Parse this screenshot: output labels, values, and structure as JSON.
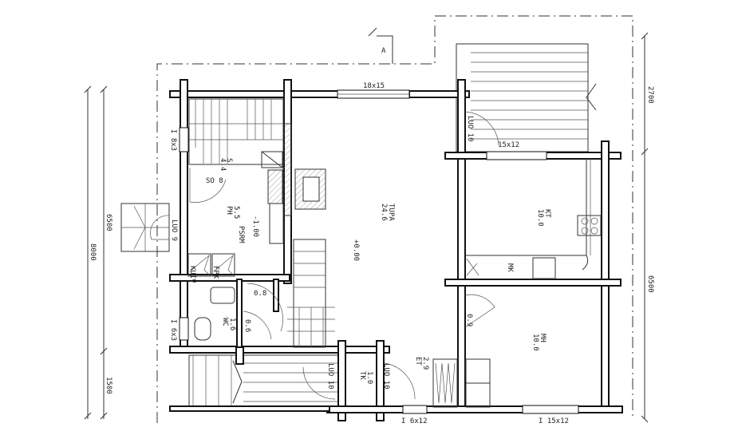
{
  "section_marker": "A",
  "windows": {
    "top_living": "18x15",
    "left_sauna": "I 8x3",
    "left_wc": "I 6x3",
    "kitchen_terrace": "15x12",
    "bottom_entry": "I 6x12",
    "bottom_bedroom": "I 15x12"
  },
  "rooms": {
    "sauna": {
      "code": "S",
      "area": "4.4"
    },
    "stove": "SO 8",
    "washroom": {
      "code": "PH",
      "area": "5.5"
    },
    "washroom_level": "-1.00",
    "washroom_note": "PSRM",
    "door_washroom": "LUO 9",
    "dryer_cabinet": "KUIV",
    "fpk": "FPK",
    "living": {
      "code": "TUPA",
      "area": "24.6"
    },
    "living_level": "+0.00",
    "door_kitchen_terrace": "LUO 10",
    "kitchen": {
      "code": "KT",
      "area": "10.0"
    },
    "kitchen_unit": "MK",
    "door_bedroom": "0.9",
    "bedroom": {
      "code": "MH",
      "area": "10.0"
    },
    "wc": {
      "code": "WC",
      "area": "1.6"
    },
    "door_wc": "0.6",
    "door_hall": "0.8",
    "door_terrace_left": "LUO 10",
    "windbreak": {
      "code": "TK",
      "area": "1.0"
    },
    "door_entry": "LUO 10",
    "entry": {
      "code": "ET",
      "area": "2.9"
    }
  },
  "dimensions": {
    "left_total": "8000",
    "left_main": "6500",
    "left_terrace": "1500",
    "right_terrace": "2700",
    "right_main": "6500"
  }
}
